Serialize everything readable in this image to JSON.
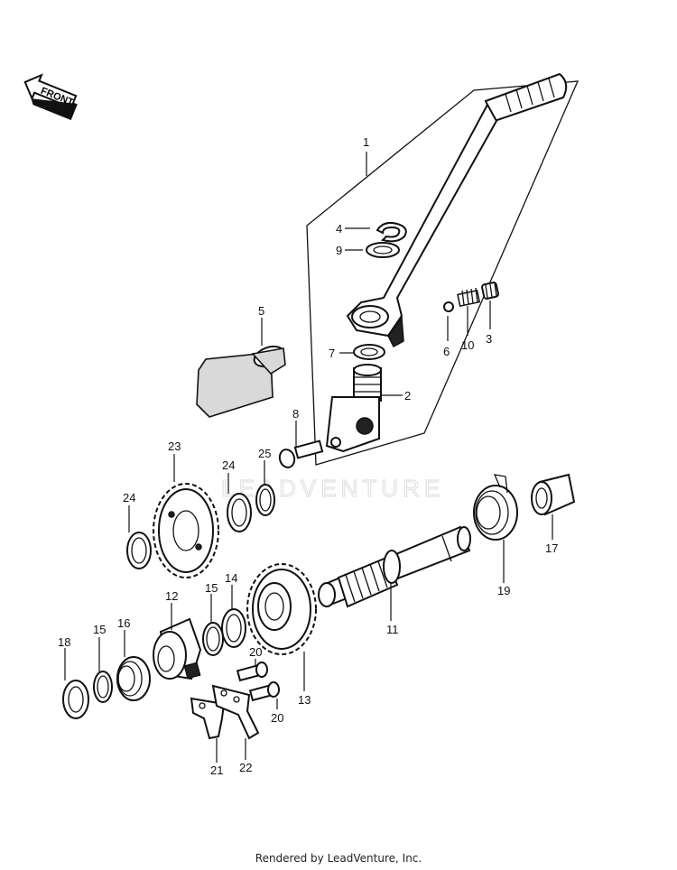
{
  "diagram": {
    "front_badge": "FRONT",
    "watermark": "LEADVENTURE",
    "callouts": {
      "c1": "1",
      "c2": "2",
      "c3": "3",
      "c4": "4",
      "c5": "5",
      "c6": "6",
      "c7": "7",
      "c8": "8",
      "c9": "9",
      "c10": "10",
      "c11": "11",
      "c12": "12",
      "c13": "13",
      "c14": "14",
      "c15a": "15",
      "c15b": "15",
      "c16": "16",
      "c17": "17",
      "c18": "18",
      "c19": "19",
      "c20a": "20",
      "c20b": "20",
      "c21": "21",
      "c22": "22",
      "c23": "23",
      "c24a": "24",
      "c24b": "24",
      "c25": "25"
    }
  },
  "footer": {
    "text": "Rendered by LeadVenture, Inc."
  }
}
